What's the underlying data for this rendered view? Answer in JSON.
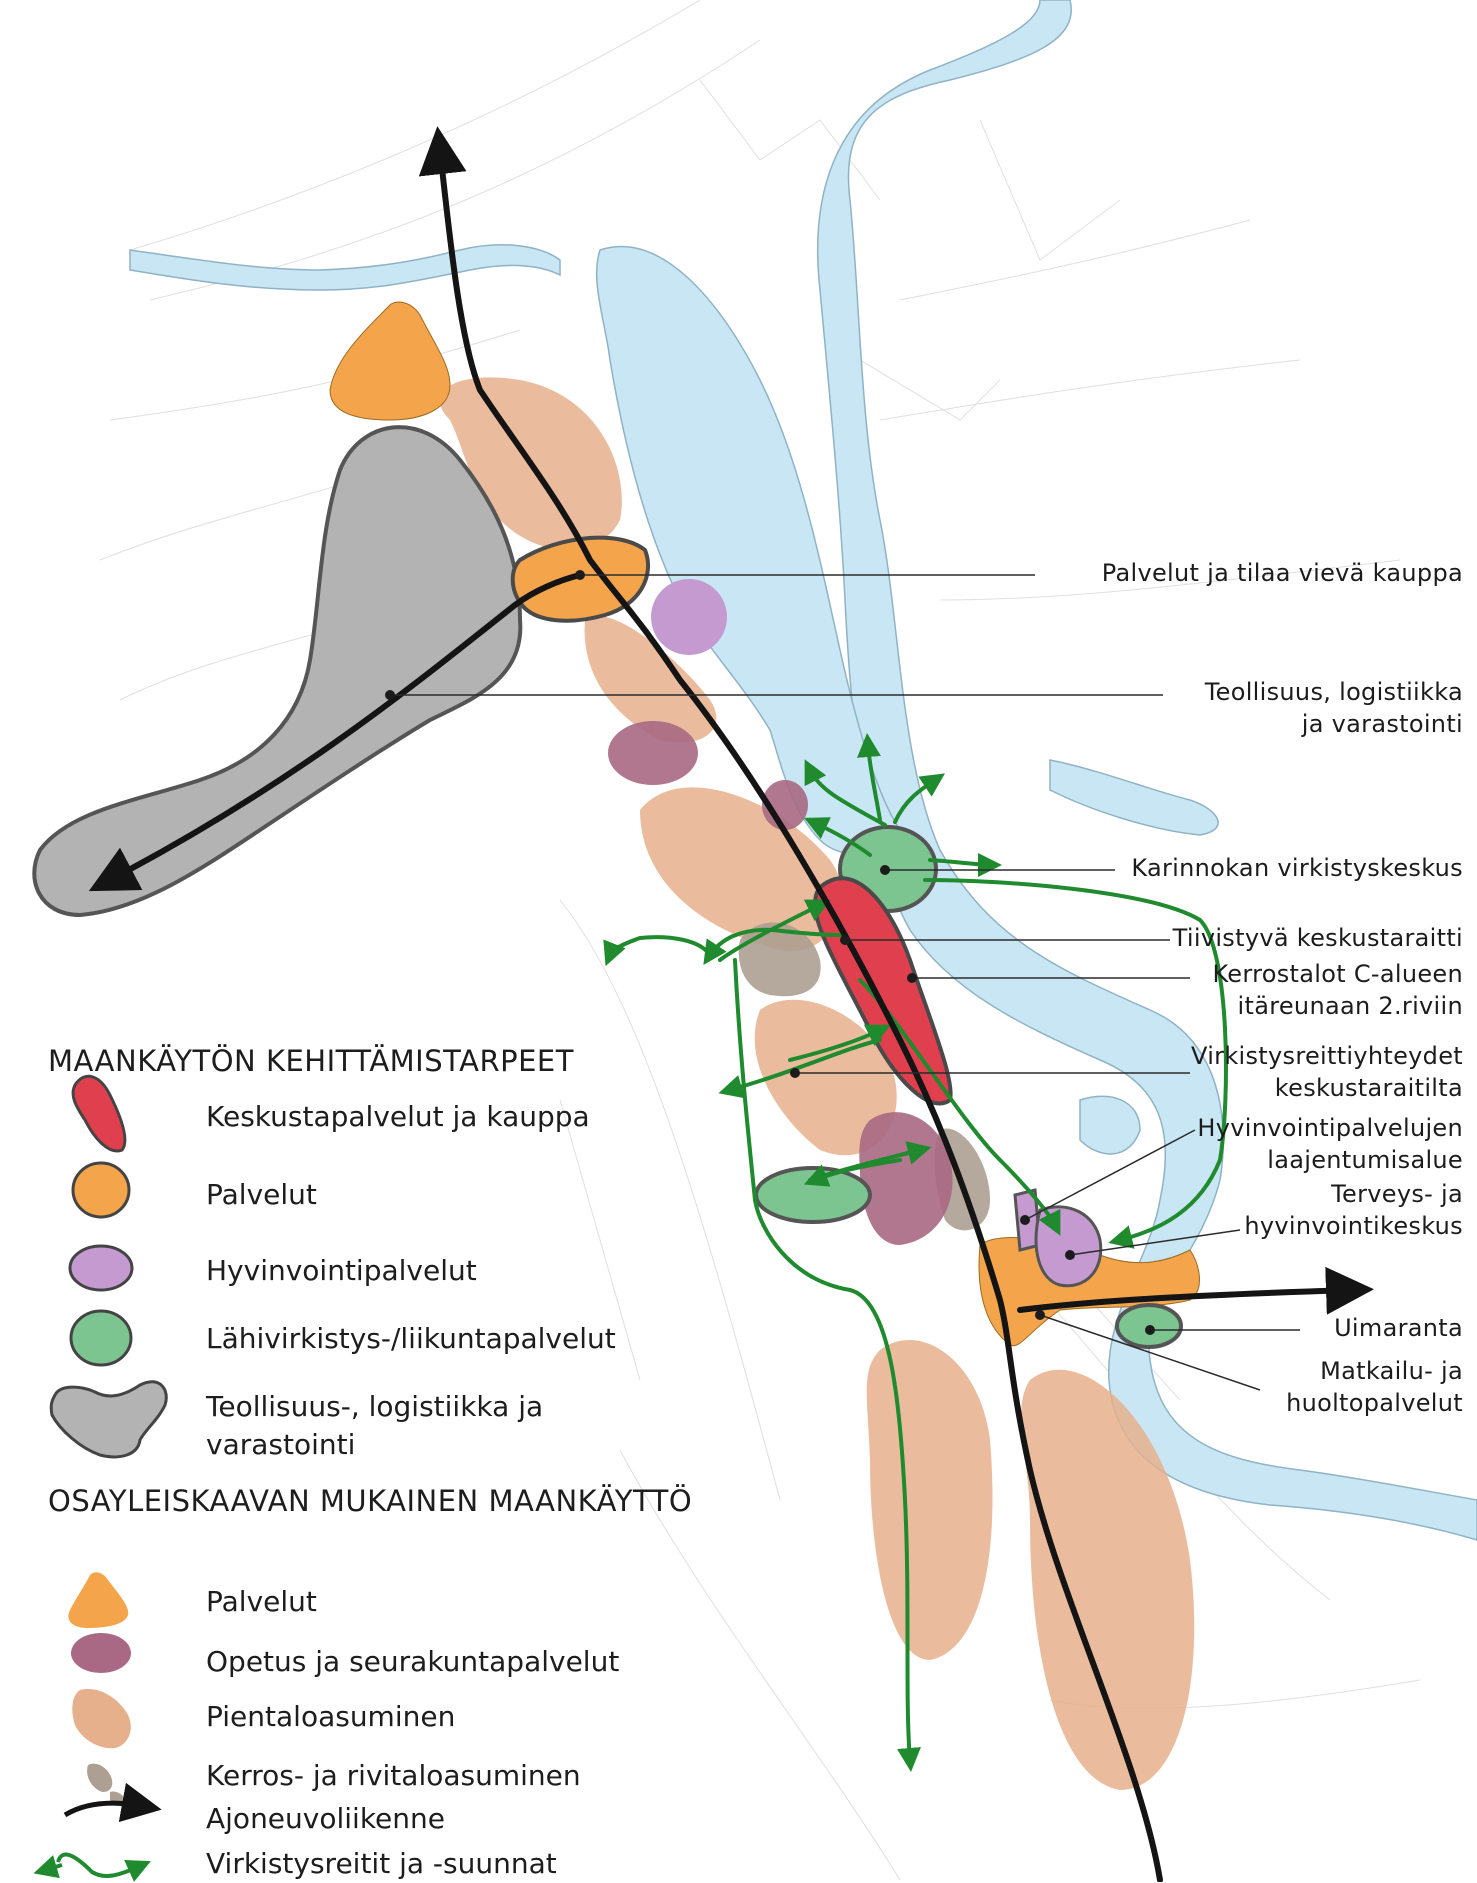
{
  "labels": {
    "palvelut_kauppa": "Palvelut ja tilaa vievä kauppa",
    "teollisuus_l1": "Teollisuus, logistiikka",
    "teollisuus_l2": "ja varastointi",
    "karinnokka": "Karinnokan virkistyskeskus",
    "keskustaraitti": "Tiivistyvä keskustaraitti",
    "kerrostalot_l1": "Kerrostalot C-alueen",
    "kerrostalot_l2": "itäreunaan 2.riviin",
    "virkistysreitti_l1": "Virkistysreittiyhteydet",
    "virkistysreitti_l2": "keskustaraitilta",
    "hyvinvointi_l1": "Hyvinvointipalvelujen",
    "hyvinvointi_l2": "laajentumisalue",
    "terveys_l1": "Terveys- ja",
    "terveys_l2": "hyvinvointikeskus",
    "uimaranta": "Uimaranta",
    "matkailu_l1": "Matkailu- ja",
    "matkailu_l2": "huoltopalvelut"
  },
  "legend": {
    "section1_title": "MAANKÄYTÖN KEHITTÄMISTARPEET",
    "section2_title": "OSAYLEISKAAVAN MUKAINEN MAANKÄYTTÖ",
    "keskusta": "Keskustapalvelut ja kauppa",
    "palvelut": "Palvelut",
    "hyvinvointi": "Hyvinvointipalvelut",
    "lahivirkistys": "Lähivirkistys-/liikuntapalvelut",
    "teollisuus_l1": "Teollisuus-, logistiikka ja",
    "teollisuus_l2": "varastointi",
    "palvelut2": "Palvelut",
    "opetus": "Opetus ja seurakuntapalvelut",
    "pientalo": "Pientaloasuminen",
    "kerrostalo": "Kerros- ja rivitaloasuminen",
    "ajoneuvo": "Ajoneuvoliikenne",
    "virkistysreitit": "Virkistysreitit ja -suunnat"
  },
  "colors": {
    "water": "#c8e6f3",
    "red": "#e0404e",
    "orange": "#f4a44a",
    "purple": "#c49ad0",
    "green": "#7cc490",
    "grey": "#b3b3b3",
    "maroon": "#a96883",
    "tan": "#e6b08c",
    "taupe": "#ad9f91",
    "route": "#1f8a2e",
    "road": "#141414"
  }
}
